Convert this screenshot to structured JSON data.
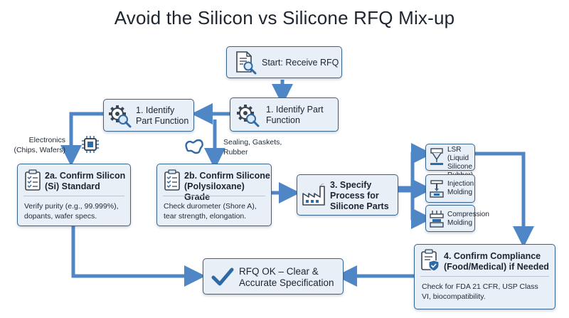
{
  "title": "Avoid the Silicon vs Silicone RFQ Mix-up",
  "nodes": {
    "start": {
      "label": "Start: Receive RFQ",
      "icon": "document-search-icon"
    },
    "identify_right": {
      "line1": "1. Identify Part",
      "line2": "Function",
      "icon": "gear-search-icon"
    },
    "identify_left": {
      "line1": "1. Identify",
      "line2": "Part Function",
      "icon": "gear-search-icon"
    },
    "confirm_silicon": {
      "line1": "2a. Confirm Silicon",
      "line2": "(Si) Standard",
      "desc1": "Verify purity (e.g., 99.999%),",
      "desc2": "dopants, wafer specs.",
      "icon": "clipboard-checklist-icon"
    },
    "confirm_silicone": {
      "line1": "2b. Confirm Silicone",
      "line2": "(Polysiloxane) Grade",
      "desc1": "Check durometer (Shore A),",
      "desc2": "tear strength, elongation.",
      "icon": "clipboard-checklist-icon"
    },
    "specify_process": {
      "line1": "3. Specify",
      "line2": "Process for",
      "line3": "Silicone Parts",
      "icon": "factory-icon"
    },
    "lsr": {
      "line1": "LSR (Liquid",
      "line2": "Silicone",
      "line3": "Rubber)",
      "icon": "dispenser-icon"
    },
    "injection": {
      "line1": "Injection",
      "line2": "Molding",
      "icon": "injection-mold-icon"
    },
    "compression": {
      "line1": "Compression",
      "line2": "Molding",
      "icon": "compression-press-icon"
    },
    "compliance": {
      "line1": "4. Confirm Compliance",
      "line2": "(Food/Medical) if Needed",
      "desc1": "Check for FDA 21 CFR, USP Class",
      "desc2": "VI, biocompatibility.",
      "icon": "clipboard-shield-icon"
    },
    "rfq_ok": {
      "line1": "RFQ OK – Clear &",
      "line2": "Accurate Specification",
      "icon": "checkmark-icon"
    }
  },
  "branch_labels": {
    "electronics_line1": "Electronics",
    "electronics_line2": "(Chips, Wafers)",
    "sealing_line1": "Sealing, Gaskets,",
    "sealing_line2": "Rubber"
  },
  "colors": {
    "arrow": "#4f86c6",
    "box_fill": "#e9eff6",
    "box_border": "#36648f",
    "icon_blue": "#2f6aa8"
  }
}
